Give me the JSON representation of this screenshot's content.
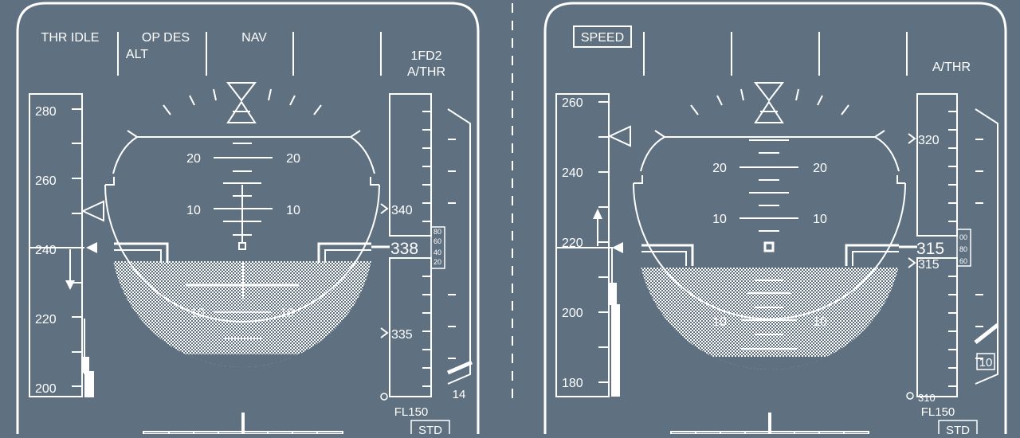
{
  "colors": {
    "background": "#5f7080",
    "symbol": "#ffffff"
  },
  "left": {
    "fma": {
      "col1": "THR IDLE",
      "col2_line1": "OP DES",
      "col2_line2": "ALT",
      "col3": "NAV",
      "col5_line1": "1FD2",
      "col5_line2": "A/THR"
    },
    "speed": {
      "ticks": [
        "280",
        "260",
        "240",
        "220",
        "200"
      ]
    },
    "pitch": {
      "upper_left": "20",
      "upper_right": "20",
      "lower_left": "10",
      "lower_right": "10",
      "neg_left": "10",
      "neg_right": "10"
    },
    "altitude": {
      "upper": "340",
      "current": "338",
      "lower": "335",
      "metric": [
        "80",
        "60",
        "40",
        "20"
      ],
      "level": "FL150",
      "baro": "STD"
    },
    "vs": {
      "value": "14"
    }
  },
  "right": {
    "fma": {
      "col1": "SPEED",
      "col5": "A/THR"
    },
    "speed": {
      "ticks": [
        "260",
        "240",
        "220",
        "200",
        "180"
      ]
    },
    "pitch": {
      "upper_left": "20",
      "upper_right": "20",
      "lower_left": "10",
      "lower_right": "10",
      "neg_left": "10",
      "neg_right": "10"
    },
    "altitude": {
      "upper": "320",
      "current": "315",
      "lower": "315",
      "metric": [
        "00",
        "80",
        "60"
      ],
      "bottom": "310",
      "level": "FL150",
      "baro": "STD"
    },
    "vs": {
      "value": "10"
    }
  }
}
